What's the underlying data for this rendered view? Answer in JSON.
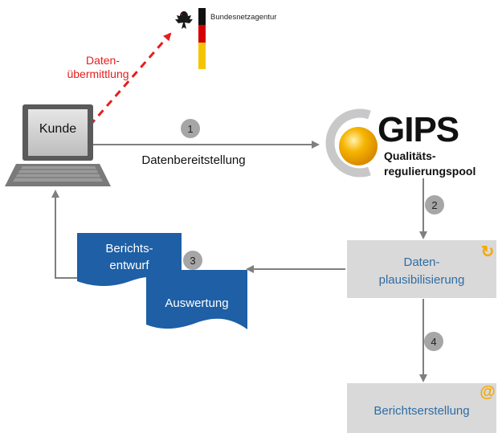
{
  "logo_bna": {
    "text": "Bundesnetzagentur"
  },
  "transfer_label": {
    "line1": "Daten-",
    "line2": "übermittlung"
  },
  "laptop": {
    "screen_label": "Kunde"
  },
  "flows": [
    {
      "step": "1",
      "label": "Datenbereitstellung"
    },
    {
      "step": "2"
    },
    {
      "step": "3"
    },
    {
      "step": "4"
    }
  ],
  "gips": {
    "name": "GIPS",
    "subtitle_line1": "Qualitäts-",
    "subtitle_line2": "regulierungspool"
  },
  "documents": {
    "report_draft": {
      "line1": "Berichts-",
      "line2": "entwurf"
    },
    "analysis": {
      "label": "Auswertung"
    }
  },
  "boxes": {
    "plausibility": {
      "line1": "Daten-",
      "line2": "plausibilisierung",
      "icon_glyph": "↻"
    },
    "report_creation": {
      "label": "Berichtserstellung",
      "icon_glyph": "@"
    }
  },
  "colors": {
    "arrow": "#7f7f7f",
    "red": "#e51e1e",
    "doc_blue": "#1e5fa5",
    "box_fill": "#d9d9d9",
    "box_text": "#2e6da4",
    "orange": "#f5a800",
    "badge": "#a6a6a6"
  }
}
